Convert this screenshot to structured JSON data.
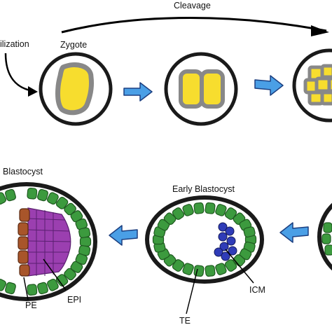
{
  "labels": {
    "cleavage": "Cleavage",
    "fertilization": "ilization",
    "zygote": "Zygote",
    "late_blastocyst": "Blastocyst",
    "early_blastocyst": "Early Blastocyst",
    "pe": "PE",
    "epi": "EPI",
    "te": "TE",
    "icm": "ICM"
  },
  "stages": [
    {
      "name": "zygote",
      "cells": 1
    },
    {
      "name": "two-cell",
      "cells": 2
    },
    {
      "name": "morula",
      "cells": 8
    },
    {
      "name": "early-blastocyst"
    },
    {
      "name": "late-blastocyst"
    }
  ],
  "colors": {
    "nucleus_yellow": "#f7dd2e",
    "cell_gray": "#888888",
    "zona_black": "#1a1a1a",
    "arrow_blue": "#4a9fe6",
    "te_green": "#3c9a3e",
    "icm_blue": "#2f3cb8",
    "pe_brown": "#a8552a",
    "epi_purple": "#9b3fb0"
  }
}
